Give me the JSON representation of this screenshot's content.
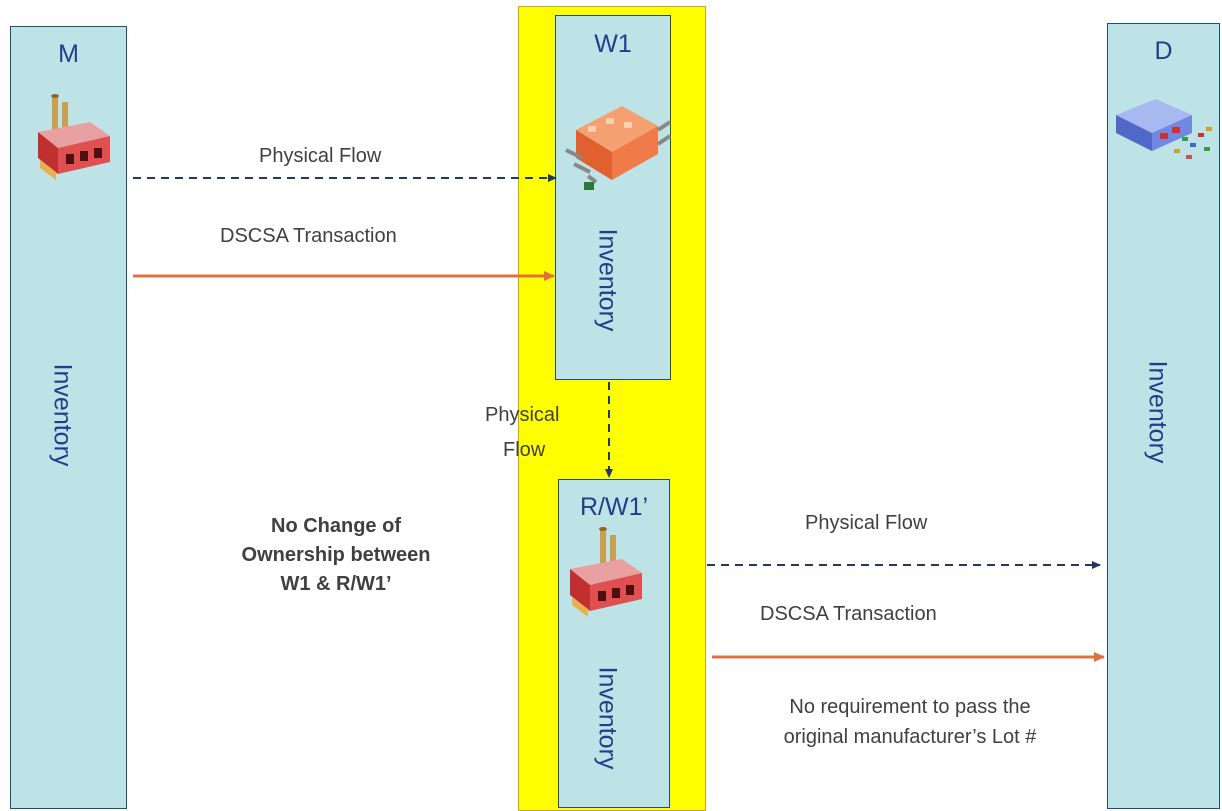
{
  "entities": {
    "m": {
      "title": "M",
      "inventory": "Inventory"
    },
    "w1": {
      "title": "W1",
      "inventory": "Inventory"
    },
    "rw1": {
      "title": "R/W1’",
      "inventory": "Inventory"
    },
    "d": {
      "title": "D",
      "inventory": "Inventory"
    }
  },
  "flows": {
    "m_w1_physical": "Physical Flow",
    "m_w1_transaction": "DSCSA Transaction",
    "w1_rw1_physical_line1": "Physical",
    "w1_rw1_physical_line2": "Flow",
    "rw1_d_physical": "Physical Flow",
    "rw1_d_transaction": "DSCSA Transaction"
  },
  "notes": {
    "ownership_line1": "No Change of",
    "ownership_line2": "Ownership between",
    "ownership_line3": "W1 & R/W1’",
    "lot_line1": "No requirement to pass the",
    "lot_line2": "original manufacturer’s Lot #"
  },
  "colors": {
    "column_fill": "#bde3e6",
    "column_border": "#1f4e79",
    "highlight": "#ffff00",
    "physical_arrow": "#1f3864",
    "transaction_arrow": "#e07040",
    "text_blue": "#1f3f8a"
  },
  "icons": {
    "manufacturer": "factory-icon",
    "warehouse": "warehouse-icon",
    "repackager": "factory-icon",
    "dispenser": "store-icon"
  }
}
